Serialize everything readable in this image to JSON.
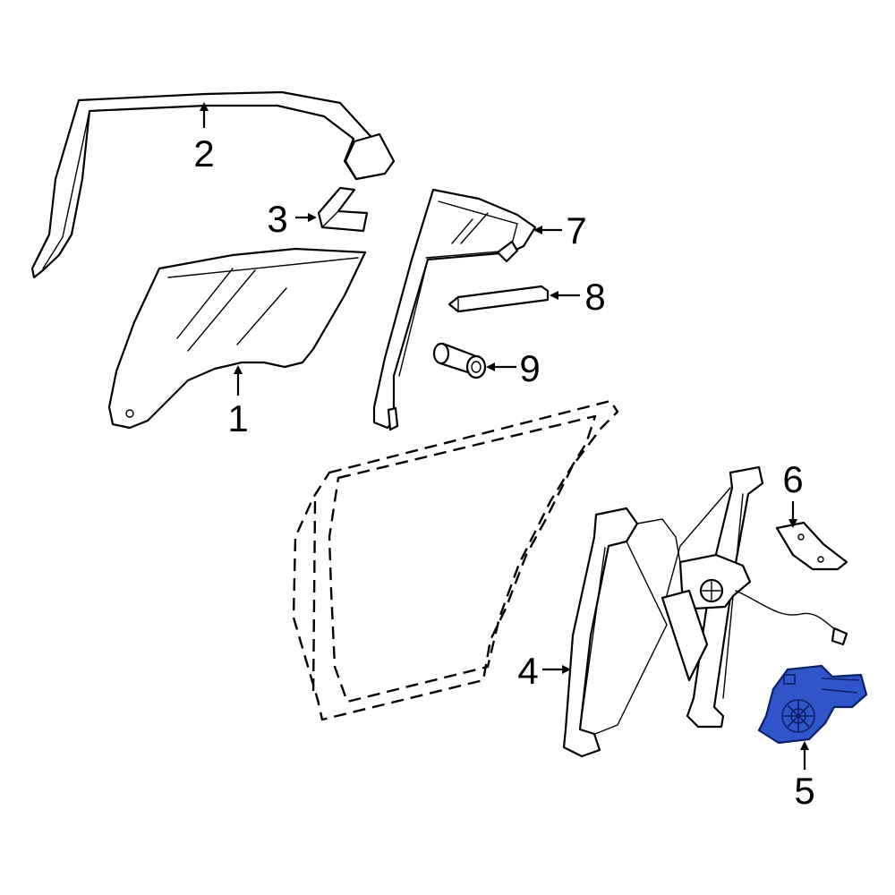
{
  "callouts": [
    {
      "id": "1",
      "label": "1"
    },
    {
      "id": "2",
      "label": "2"
    },
    {
      "id": "3",
      "label": "3"
    },
    {
      "id": "4",
      "label": "4"
    },
    {
      "id": "5",
      "label": "5"
    },
    {
      "id": "6",
      "label": "6"
    },
    {
      "id": "7",
      "label": "7"
    },
    {
      "id": "8",
      "label": "8"
    },
    {
      "id": "9",
      "label": "9"
    }
  ],
  "highlighted_part": "5",
  "colors": {
    "highlight": "#2f55c8",
    "highlight_outline": "#0d1f66",
    "line": "#000000",
    "background": "#ffffff"
  }
}
